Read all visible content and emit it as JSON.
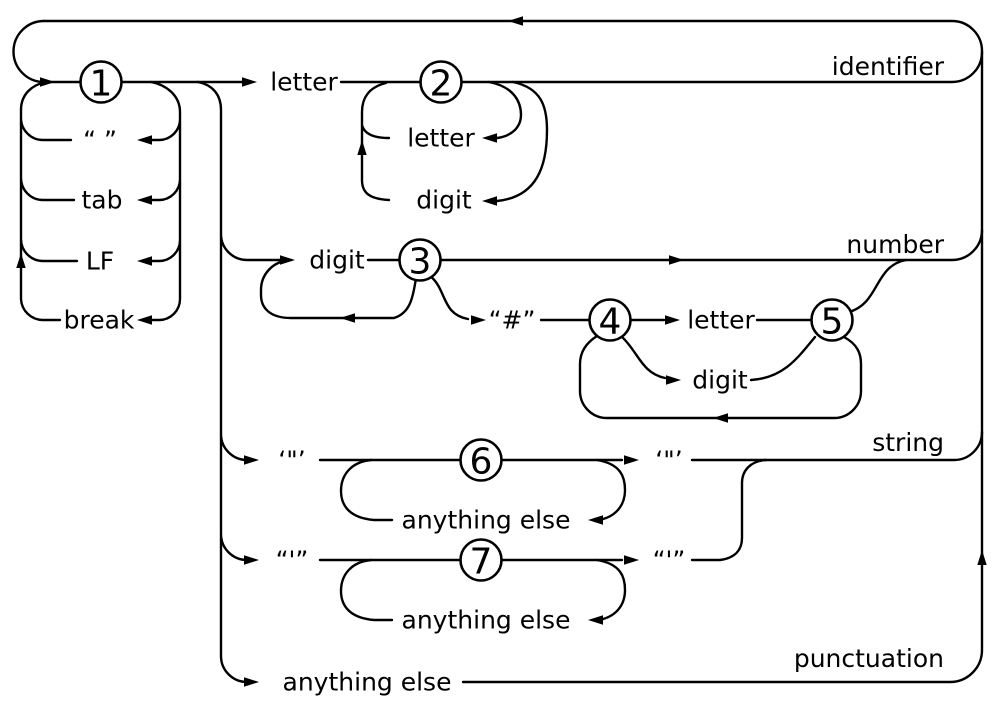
{
  "diagram": {
    "states": {
      "s1": "1",
      "s2": "2",
      "s3": "3",
      "s4": "4",
      "s5": "5",
      "s6": "6",
      "s7": "7"
    },
    "terminals": {
      "letter": "letter",
      "digit": "digit",
      "tab": "tab",
      "line_feed": "LF",
      "break_word": "break",
      "anything_else": "anything else",
      "quoted_space": "“ ”",
      "quoted_hash": "“#”",
      "dquote_in_single_quotes": "‘\"’",
      "squote_in_double_quotes": "“'”"
    },
    "outputs": {
      "identifier": "identifier",
      "number": "number",
      "string": "string",
      "punctuation": "punctuation"
    },
    "colors": {
      "line": "#000000",
      "background": "#ffffff"
    }
  }
}
